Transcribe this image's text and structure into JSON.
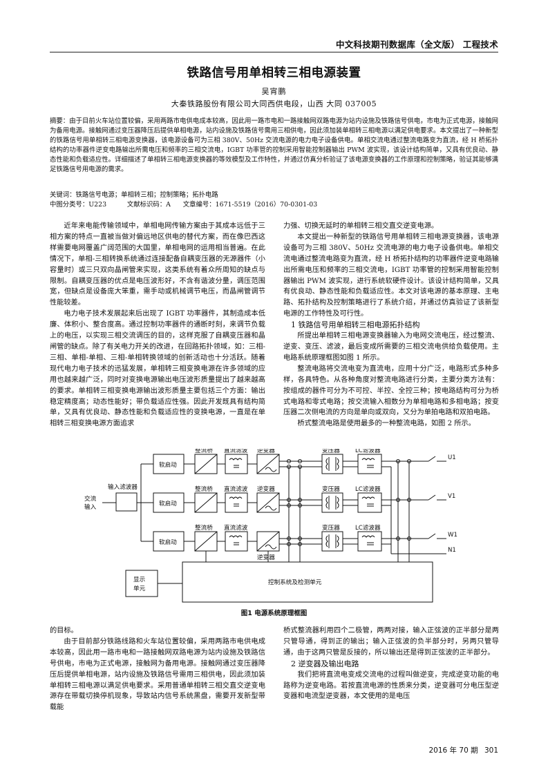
{
  "header": {
    "journal": "中文科技期刊数据库（全文版） 工程技术"
  },
  "title": "铁路信号用单相转三相电源装置",
  "author": "吴宵鹏",
  "affiliation": "大秦铁路股份有限公司大同西供电段，山西 大同 037005",
  "abstract": "摘要：由于目前火车站位置较偏，采用两路市电供电成本较高，因此用一路市电和一路接触网双路电源为站内设施及铁路信号供电，市电为正式电源，接触网为备用电源。接触网通过变压器降压后提供单相电源，站内设施及铁路信号需用三相供电，因此须加装单相转三相电源以满足供电要求。本文提出了一种新型的铁路信号用单相转三相电源变换器，该电源设备可为三相 380V、50Hz 交流电源的电力电子设备供电。单相交流电通过整流电路变为直流，经 H 桥拓扑结构的功率器件逆变电路输出所需电压和频率的三相交流电，IGBT 功率管的控制采用智能控制器输出 PWM 波实现，该设计结构简单，又具有优良动、静态性能和负载适应性。详细描述了单相转三相电源变换器的等效模型及工作特性，并通过仿真分析验证了该电源变换器的工作原理和控制策略，验证其能够满足铁路信号用电源的需求。",
  "keywords": "关键词：铁路信号电源；单相转三相；控制策略；拓扑电路",
  "classification": {
    "clc": "中图分类号：U223",
    "doc_code": "文献标识码：A",
    "article_no": "文章编号：1671-5519（2016）70-0301-03"
  },
  "left_col_top": [
    "近年来电能传输领域中，单相电网传输方案由于其成本远低于三相方案的特点一直被当做对偏远地区供电的替代方案，而在像巴西这样需要电网覆盖广阔范围的大国里，单相电网的运用相当普遍。在此情况下，单相-三相转换系统通过连接配备自耦变压器的无源器件（小容量时）或三只双向晶闸管来实现，这类系统有着众所周知的缺点与限制。自耦变压器的优点是电压波形好，不含有谐波分量，调压范围宽，但缺点是设备庞大笨重，需手动或机械调节电压，而晶闸管调节性能较差。",
    "电力电子技术发展起来后出现了 IGBT 功率器件，其制造成本低廉、体积小、整合度高。通过控制功率器件的通断时刻，来调节负载上的电压，以实现三相交流调压的目的，这样克服了自耦变压器和晶闸管的缺点。除了有关电力开关的改进，在回路拓扑领域，如：三相-三相、单相-单相、三相-单相转换领域的创新活动也十分活跃。随着现代电力电子技术的迅猛发展，单相转三相变换电源在许多领域的应用也越来越广泛，同时对变换电源输出电压波形质量提出了越来越高的要求。单相转三相变换电源输出波形质量主要包括三个方面：输出稳定精度高；动态性能好；带负载适应性强。因此开发既具有结构简单，又具有优良动、静态性能和负载适应性的变换电源，一直是在单相转三相变换电源方面追求"
  ],
  "right_col_top": {
    "p1": "力强、切换无延时的单相转三相交直交逆变电源。",
    "p2": "本文提出一种新型的铁路信号用单相转三相电源变换器，该电源设备可为三相 380V、50Hz 交流电源的电力电子设备供电。单相交流电通过整流电路变为直流，经 H 桥拓扑结构的功率器件逆变电路输出所需电压和频率的三相交流电，IGBT 功率管的控制采用智能控制器输出 PWM 波实现，进行系统软硬件设计。该设计结构简单，又具有优良动、静态性能和负载适应性。本文对该电源的基本原理、主电路、拓扑结构及控制策略进行了系统介绍，并通过仿真验证了该新型电源的工作特性及可行性。",
    "h1": "1 铁路信号用单相转三相电源拓扑结构",
    "p3": "所提出单相转三相电源变换器输入为电网交流电压，经过整流、逆变、变压、滤波，最后变成所需要的三相交流电供给负载使用。主电路系统原理框图如图 1 所示。",
    "p4": "整流电路将交流电变为直流电，应用十分广泛，电路形式多种多样，各具特色。从各种角度对整流电路进行分类，主要分类方法有：按组成的器件可分为不可控、半控、全控三种；按电路结构可分为桥式电路和零式电路；按交流输入相数分为单相电路和多相电路；按变压器二次侧电流的方向是单向或双向，又分为单拍电路和双拍电路。",
    "p5": "桥式整流电路是使用最多的一种整流电路，如图 2 所示。"
  },
  "figure": {
    "caption": "图1 电源系统原理框图",
    "input_label_1": "交流",
    "input_label_2": "输入",
    "input_filter": "输入滤波器",
    "soft_start": "软启动",
    "rectifier_bridge": "整流桥",
    "dc_filter": "直流滤波",
    "inverter": "逆变器",
    "transformer": "变压器",
    "lc_filter": "LC滤波器",
    "out_u": "U1",
    "out_v": "V1",
    "out_w": "W1",
    "out_n": "N1",
    "display_1": "显示",
    "display_2": "单元",
    "control": "控制系统及检测单元"
  },
  "left_col_bottom": [
    "的目标。",
    "由于目前部分铁路线路和火车站位置较偏，采用两路市电供电成本较高，因此用一路市电和一路接触网双路电源为站内设施及铁路信号供电，市电为正式电源，接触网为备用电源。接触网通过变压器降压后提供单相电源，站内设施及铁路信号需用三相供电，因此须加装单相转三相电源以满足供电要求。采用普通单相转三相交直交逆变电源存在带载切换停机现象，导致站内信号系统黑盘，需要开发新型带载能"
  ],
  "right_col_bottom": {
    "p1": "桥式整流器利用四个二极管，两两对接，输入正弦波的正半部分是两只管导通，得到正的输出；输入正弦波的负半部分时，另两只管导通，由于这两只管是反接的，所以输出还是得到正弦波的正半部分。",
    "h2": "2 逆变器及输出电路",
    "p2": "我们把将直流电变成交流电的过程叫做逆变，完成逆变功能的电路称为逆变电路。若按直流电源的性质来分类，逆变器可分电压型逆变器和电流型逆变器，本文使用的是电压"
  },
  "footer": {
    "year": "2016 年 70 期",
    "page": "301"
  }
}
